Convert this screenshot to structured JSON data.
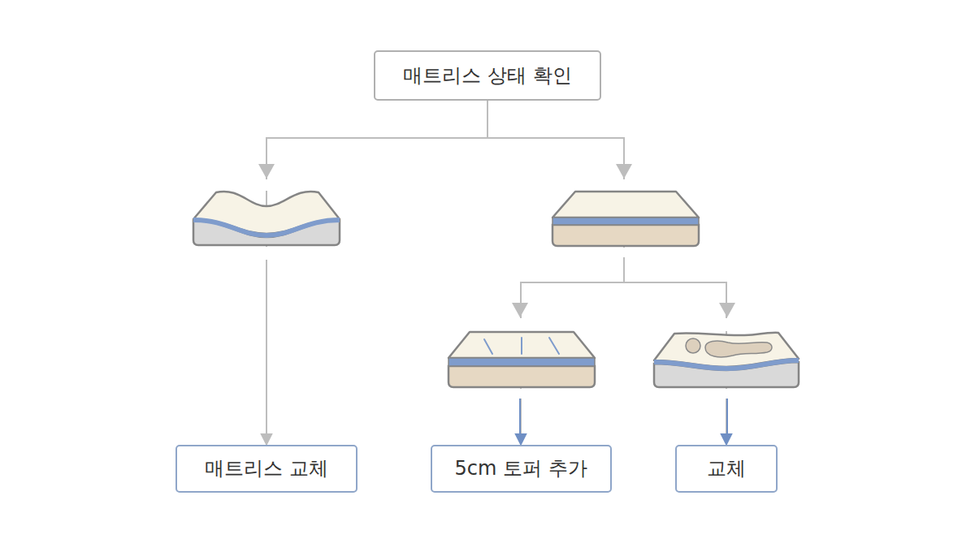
{
  "diagram": {
    "nodes": [
      {
        "text": [
          "매트리스 상태 확인"
        ]
      },
      {
        "text": [
          "매트리스 교체"
        ]
      },
      {
        "text": [
          "5cm 토퍼 추가"
        ]
      },
      {
        "text": [
          "교체"
        ]
      }
    ],
    "edges": [
      {
        "from": 0,
        "to": 1,
        "arrow": "to"
      },
      {
        "from": 0,
        "to": 2,
        "arrow": "to"
      },
      {
        "from": 0,
        "to": 3,
        "arrow": "to"
      }
    ]
  }
}
